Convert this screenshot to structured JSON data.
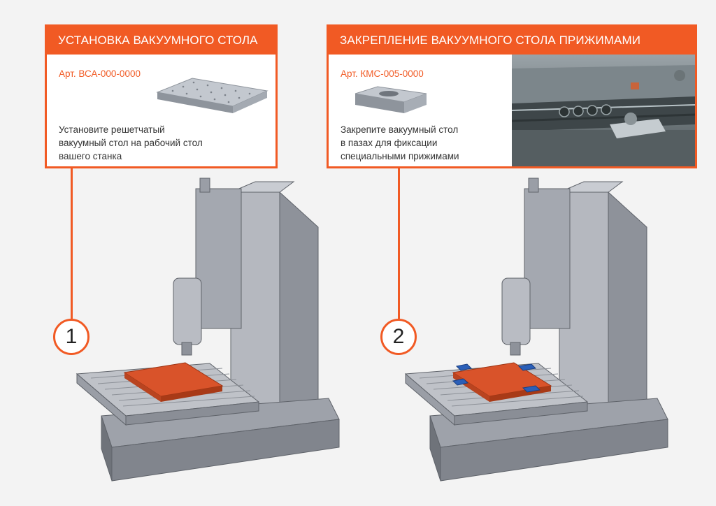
{
  "colors": {
    "accent": "#f15a24",
    "vacuum_table": "#d9532a",
    "clamp": "#2b5fb8",
    "machine_body": "#a9acb3"
  },
  "steps": [
    {
      "number": "1",
      "title": "УСТАНОВКА ВАКУУМНОГО СТОЛА",
      "article": "Арт. ВСА-000-0000",
      "description_lines": [
        "Установите решетчатый",
        "вакуумный стол на рабочий стол",
        "вашего станка"
      ],
      "product_icon": "vacuum-table-icon"
    },
    {
      "number": "2",
      "title": "ЗАКРЕПЛЕНИЕ ВАКУУМНОГО СТОЛА ПРИЖИМАМИ",
      "article": "Арт. КМС-005-0000",
      "description_lines": [
        "Закрепите вакуумный стол",
        "в пазах для фиксации",
        "специальными прижимами"
      ],
      "product_icon": "clamp-icon"
    }
  ]
}
